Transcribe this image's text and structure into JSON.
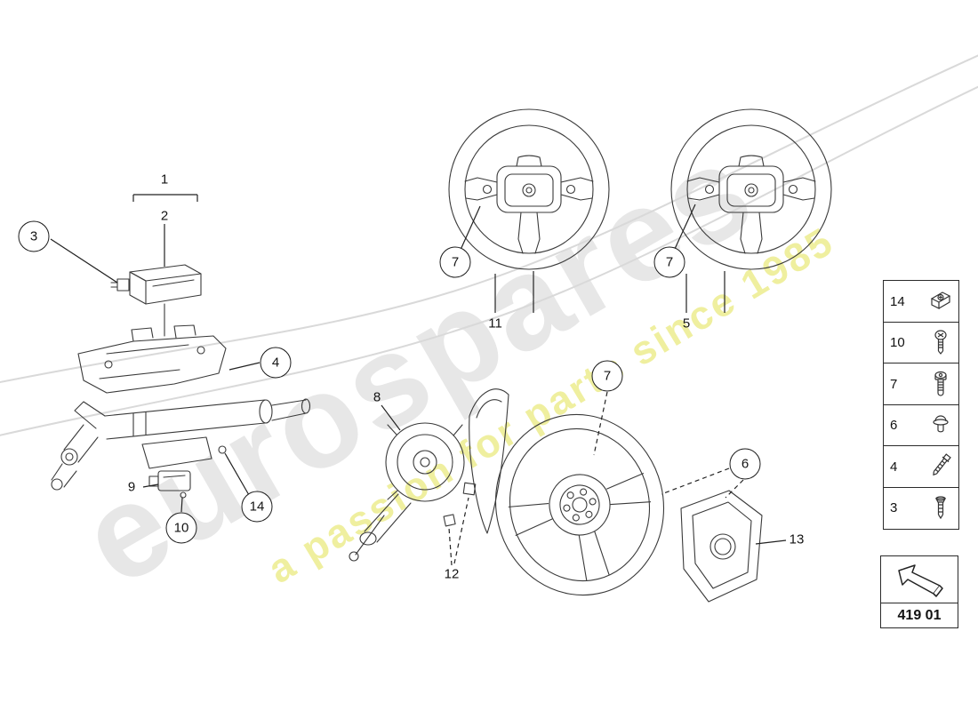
{
  "watermark": {
    "brand": "eurospares",
    "tagline": "a passion for parts since 1985"
  },
  "diagram": {
    "callouts": [
      {
        "label": "1"
      },
      {
        "label": "2"
      },
      {
        "label": "3"
      },
      {
        "label": "4"
      },
      {
        "label": "9"
      },
      {
        "label": "10"
      },
      {
        "label": "14"
      },
      {
        "label": "8"
      },
      {
        "label": "11"
      },
      {
        "label": "7"
      },
      {
        "label": "5"
      },
      {
        "label": "7"
      },
      {
        "label": "7"
      },
      {
        "label": "6"
      },
      {
        "label": "12"
      },
      {
        "label": "13"
      }
    ]
  },
  "legend": {
    "items": [
      {
        "number": "14",
        "icon": "clip-nut-icon"
      },
      {
        "number": "10",
        "icon": "round-head-screw-icon"
      },
      {
        "number": "7",
        "icon": "torx-bolt-icon"
      },
      {
        "number": "6",
        "icon": "cap-nut-icon"
      },
      {
        "number": "4",
        "icon": "hex-bolt-icon"
      },
      {
        "number": "3",
        "icon": "tapping-screw-icon"
      }
    ]
  },
  "footer": {
    "diagram_code": "419 01"
  },
  "colors": {
    "line": "#3a3a3a",
    "leader": "#222222",
    "watermark_gray": "#e7e7e7",
    "watermark_yellow": "#efef9f",
    "swoosh_gray": "#d9d9d9"
  }
}
